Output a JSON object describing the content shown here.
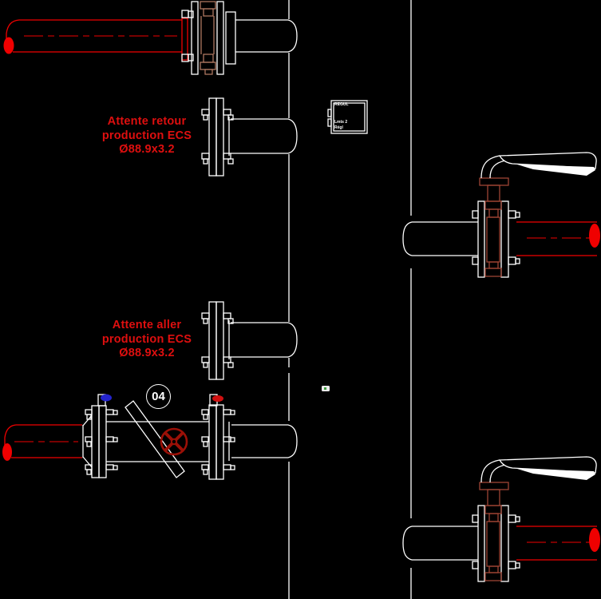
{
  "colors": {
    "background": "#000000",
    "line": "#ffffff",
    "pipe_red": "#ef0000",
    "label_red": "#de0f0f",
    "bolt_brown": "#b97e66",
    "valve_brown": "#9e4434",
    "wheel_red": "#9b1007",
    "marker_blue": "#2424cd",
    "marker_red": "#d01010",
    "speck_green": "#3f9b3f"
  },
  "labels": {
    "attente_retour": {
      "line1": "Attente retour",
      "line2": "production ECS",
      "line3": "Ø88.9x3.2"
    },
    "attente_aller": {
      "line1": "Attente aller",
      "line2": "production ECS",
      "line3": "Ø88.9x3.2"
    },
    "valve_tag": "04",
    "control_box": {
      "header": "REGUL",
      "line1": "Lmts 2",
      "line2": "Régl"
    }
  }
}
